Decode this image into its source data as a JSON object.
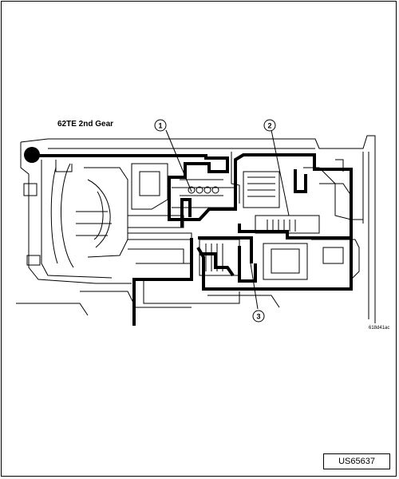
{
  "diagram": {
    "title": "62TE 2nd Gear",
    "figure_code": "618d41ac",
    "callouts": [
      "1",
      "2",
      "3"
    ]
  },
  "document_id": "US65637"
}
